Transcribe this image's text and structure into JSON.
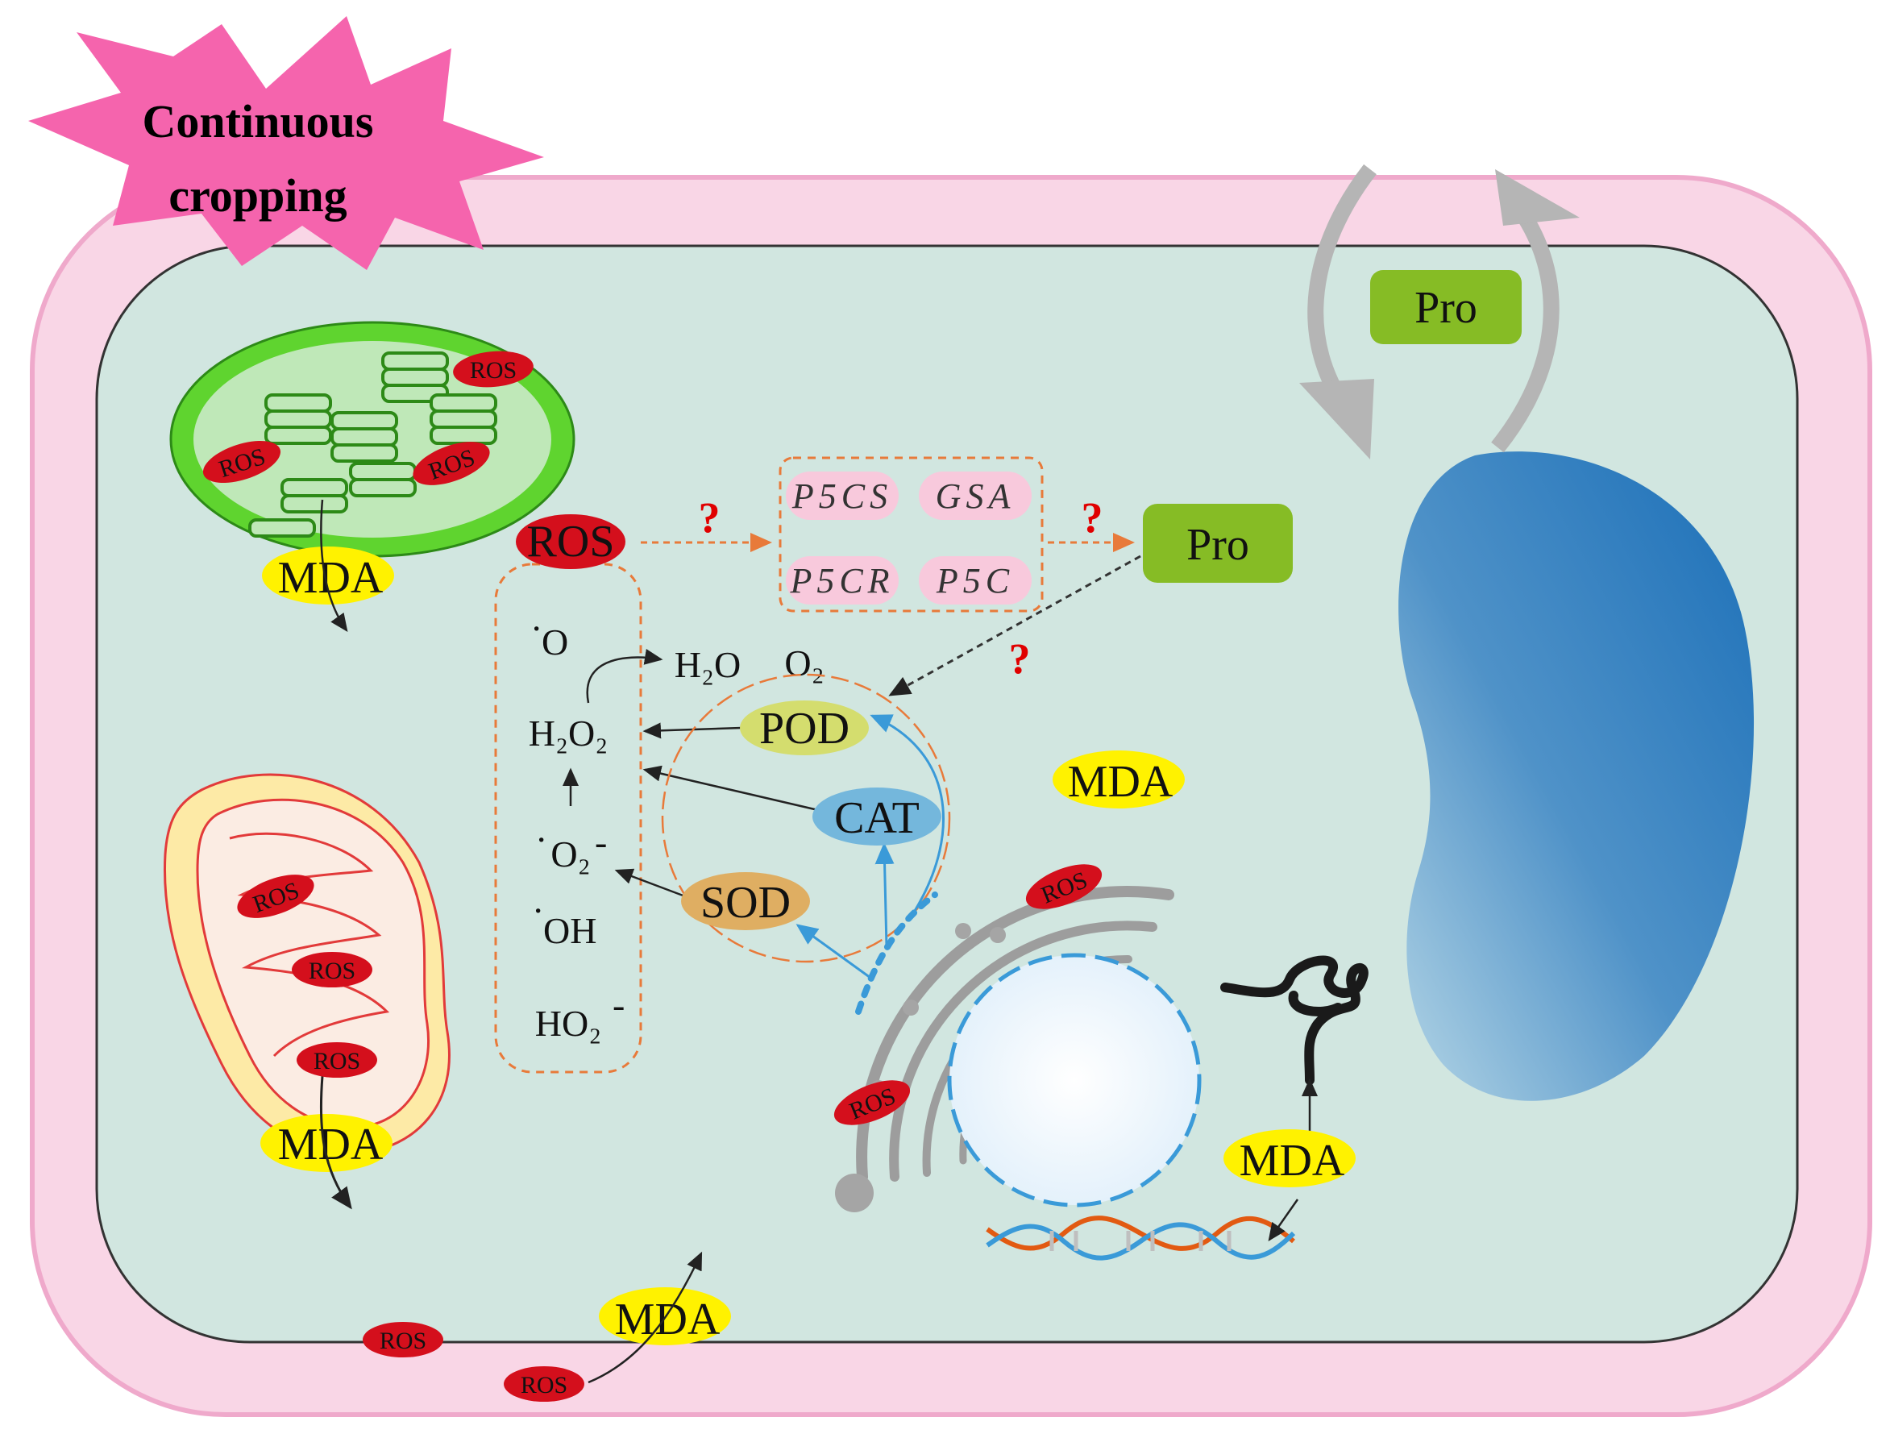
{
  "banner": {
    "line1": "Continuous",
    "line2": "cropping"
  },
  "labels": {
    "ros": "ROS",
    "mda": "MDA",
    "pro": "Pro",
    "pod": "POD",
    "cat": "CAT",
    "sod": "SOD",
    "question": "?"
  },
  "genes": [
    "P5CS",
    "GSA",
    "P5CR",
    "P5C"
  ],
  "species": {
    "o": "O",
    "h2o": "H₂O",
    "o2": "O₂",
    "h2o2": "H₂O₂",
    "superoxide": "O₂",
    "oh": "OH",
    "ho2": "HO₂"
  },
  "colors": {
    "cell_wall": "#f9d6e6",
    "cytoplasm": "#d1e6e0",
    "ros": "#d40f1c",
    "mda": "#fff200",
    "pro": "#86bc25",
    "pod": "#d4dd6e",
    "cat": "#74b7dc",
    "sod": "#dfae62",
    "banner": "#f564ad",
    "gene_box": "#f8c9dc",
    "question": "#e00000"
  }
}
